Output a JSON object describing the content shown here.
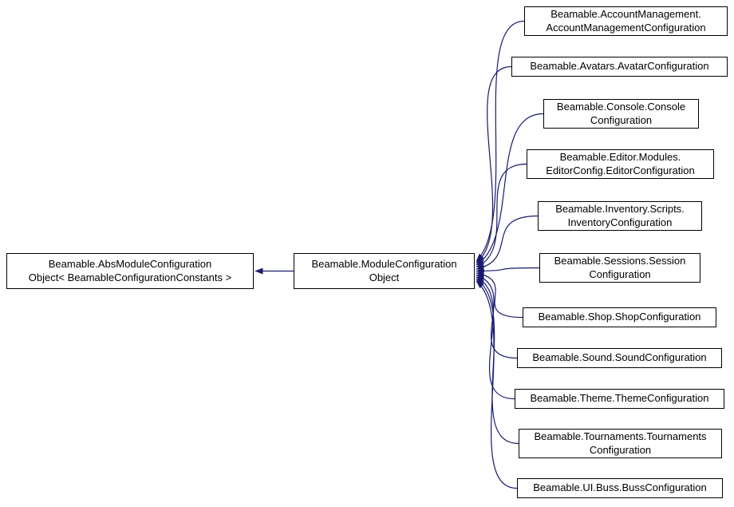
{
  "diagram": {
    "type": "class-inheritance-graph",
    "background_color": "#ffffff",
    "edge_color": "#191970",
    "box_border_color": "#000000",
    "box_fill_color": "#ffffff",
    "text_color": "#000000",
    "base_node": {
      "label": "Beamable.AbsModuleConfiguration\nObject< BeamableConfigurationConstants >"
    },
    "center_node": {
      "label": "Beamable.ModuleConfiguration\nObject"
    },
    "derived_nodes": [
      {
        "label": "Beamable.AccountManagement.\nAccountManagementConfiguration"
      },
      {
        "label": "Beamable.Avatars.AvatarConfiguration"
      },
      {
        "label": "Beamable.Console.Console\nConfiguration"
      },
      {
        "label": "Beamable.Editor.Modules.\nEditorConfig.EditorConfiguration"
      },
      {
        "label": "Beamable.Inventory.Scripts.\nInventoryConfiguration"
      },
      {
        "label": "Beamable.Sessions.Session\nConfiguration"
      },
      {
        "label": "Beamable.Shop.ShopConfiguration"
      },
      {
        "label": "Beamable.Sound.SoundConfiguration"
      },
      {
        "label": "Beamable.Theme.ThemeConfiguration"
      },
      {
        "label": "Beamable.Tournaments.Tournaments\nConfiguration"
      },
      {
        "label": "Beamable.UI.Buss.BussConfiguration"
      }
    ]
  }
}
